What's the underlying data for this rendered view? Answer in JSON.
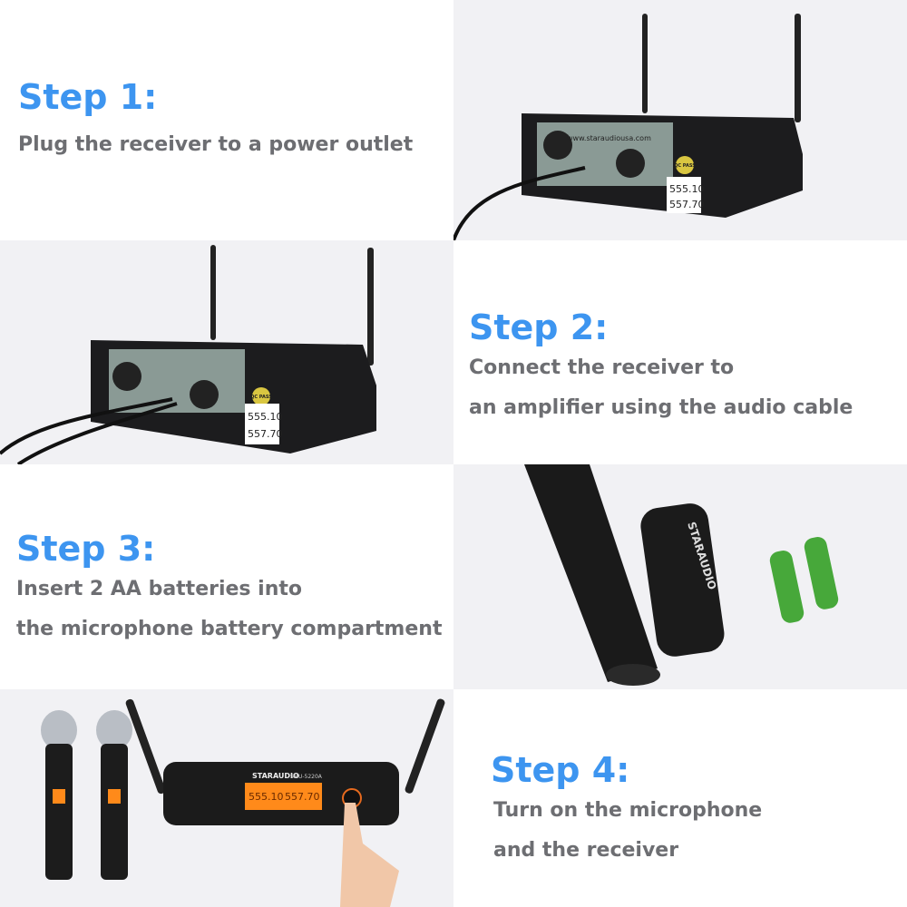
{
  "steps": [
    {
      "title": "Step 1:",
      "lines": [
        "Plug the receiver to a power outlet"
      ]
    },
    {
      "title": "Step 2:",
      "lines": [
        "Connect the receiver to",
        "an amplifier using the audio cable"
      ]
    },
    {
      "title": "Step 3:",
      "lines": [
        "Insert 2 AA batteries into",
        "the microphone battery compartment"
      ]
    },
    {
      "title": "Step 4:",
      "lines": [
        "Turn on the microphone",
        "and the receiver"
      ]
    }
  ],
  "product": {
    "brand": "STARAUDIO",
    "model": "SMU-5220A",
    "freq_a": "555.10",
    "freq_b": "557.70",
    "website": "www.staraudiousa.com",
    "badge": "QC PASS",
    "display_a": "555.10",
    "display_b": "557.70"
  },
  "colors": {
    "step_title": "#3d95f0",
    "description": "#6d6e72",
    "panel": "#f1f1f4",
    "display": "#ff8a1a"
  }
}
